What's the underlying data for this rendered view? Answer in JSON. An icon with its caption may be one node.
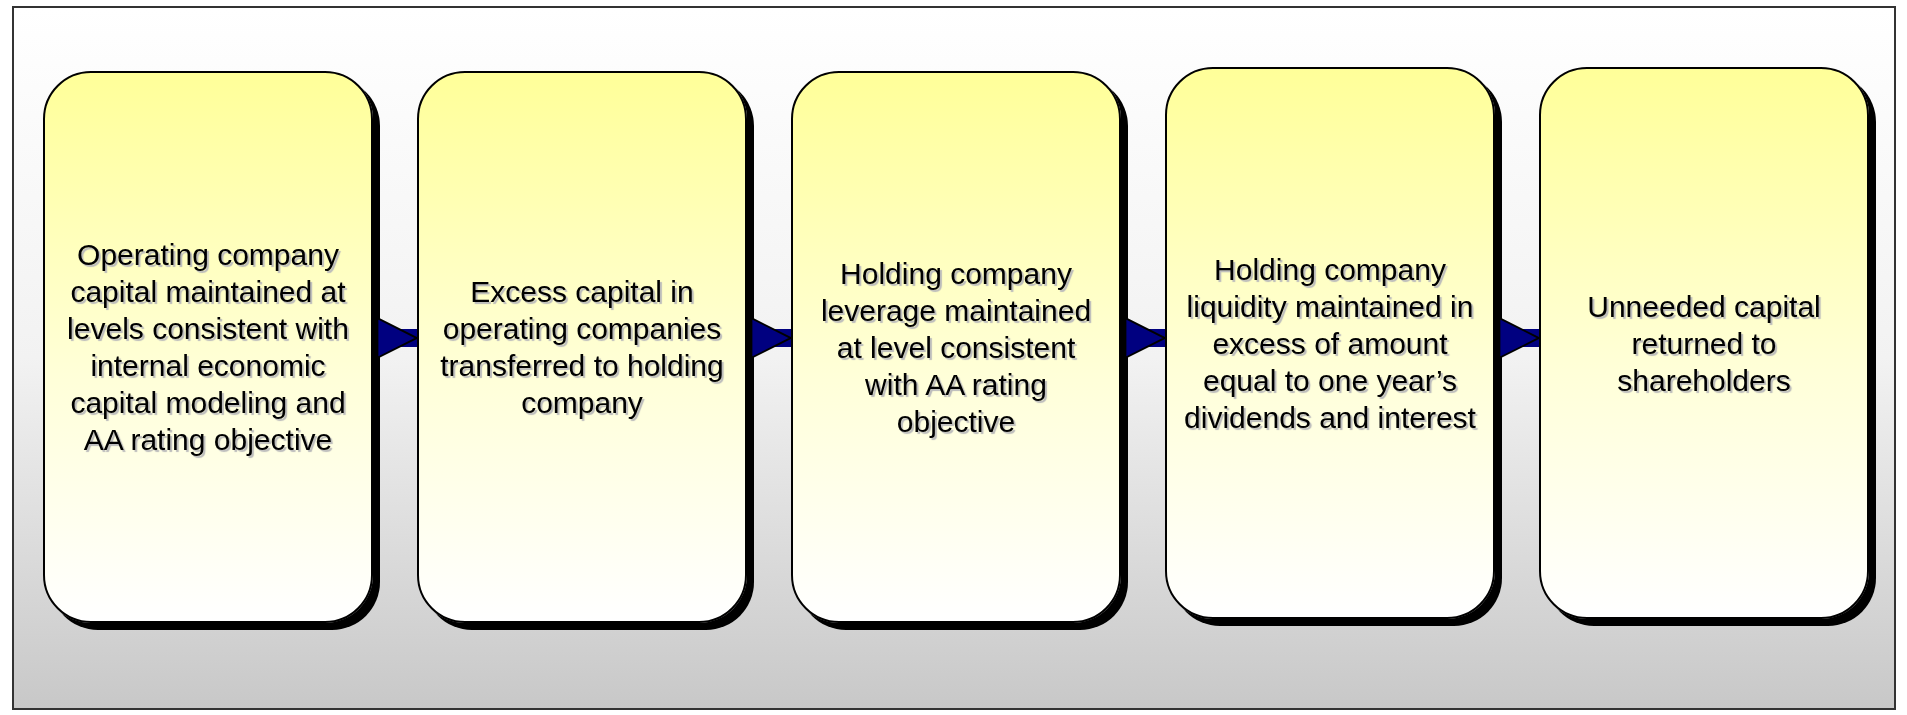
{
  "diagram": {
    "nodes": [
      {
        "text": [
          "Operating company capital maintained at levels consistent with internal economic capital modeling and AA rating objective"
        ]
      },
      {
        "text": [
          "Excess capital in operating companies transferred to holding company"
        ]
      },
      {
        "text": [
          "Holding company leverage maintained at level consistent with AA rating objective"
        ]
      },
      {
        "text": [
          "Holding company liquidity maintained in excess of amount equal to one year’s dividends and interest"
        ]
      },
      {
        "text": [
          "Unneeded capital returned to shareholders"
        ]
      }
    ],
    "edges": [
      {
        "from": 0,
        "to": 1,
        "arrow": "to"
      },
      {
        "from": 1,
        "to": 2,
        "arrow": "to"
      },
      {
        "from": 2,
        "to": 3,
        "arrow": "to"
      },
      {
        "from": 3,
        "to": 4,
        "arrow": "to"
      }
    ]
  }
}
